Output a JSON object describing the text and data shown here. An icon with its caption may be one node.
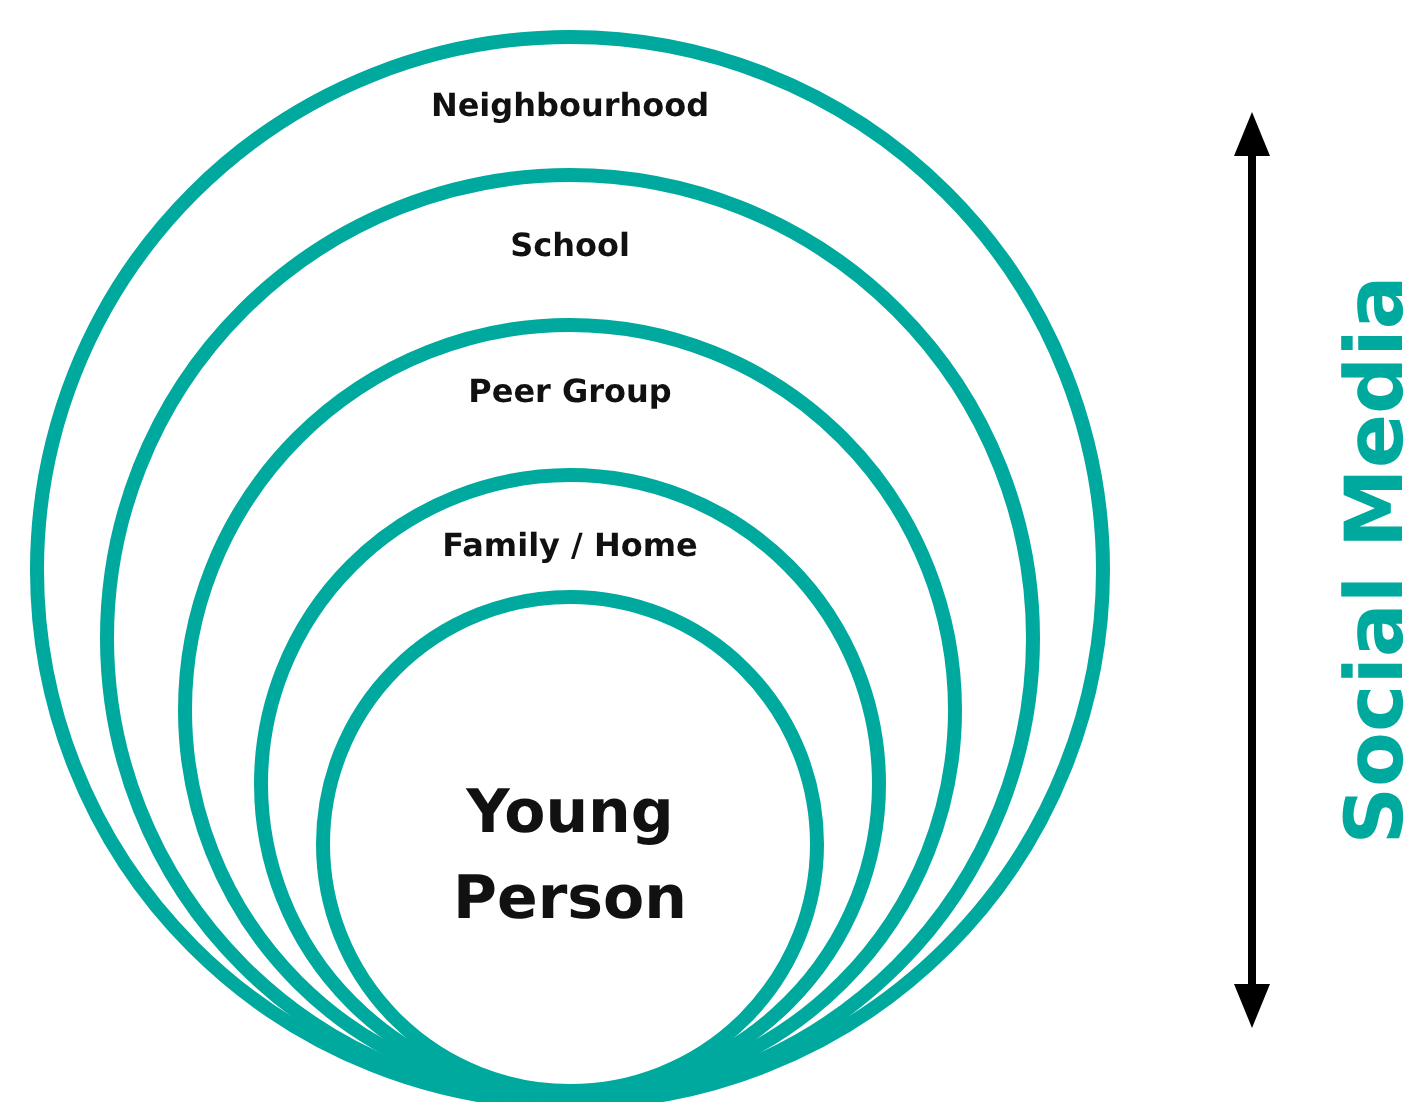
{
  "diagram": {
    "nodes": [
      {
        "text": [
          "Neighbourhood"
        ]
      },
      {
        "text": [
          "School"
        ],
        "in": 0
      },
      {
        "text": [
          "Peer Group"
        ],
        "in": 1
      },
      {
        "text": [
          "Family / Home"
        ],
        "in": 2
      },
      {
        "text": [
          "Young Person"
        ],
        "in": 3
      }
    ],
    "edges": [],
    "labels": [
      "Social Media"
    ]
  }
}
